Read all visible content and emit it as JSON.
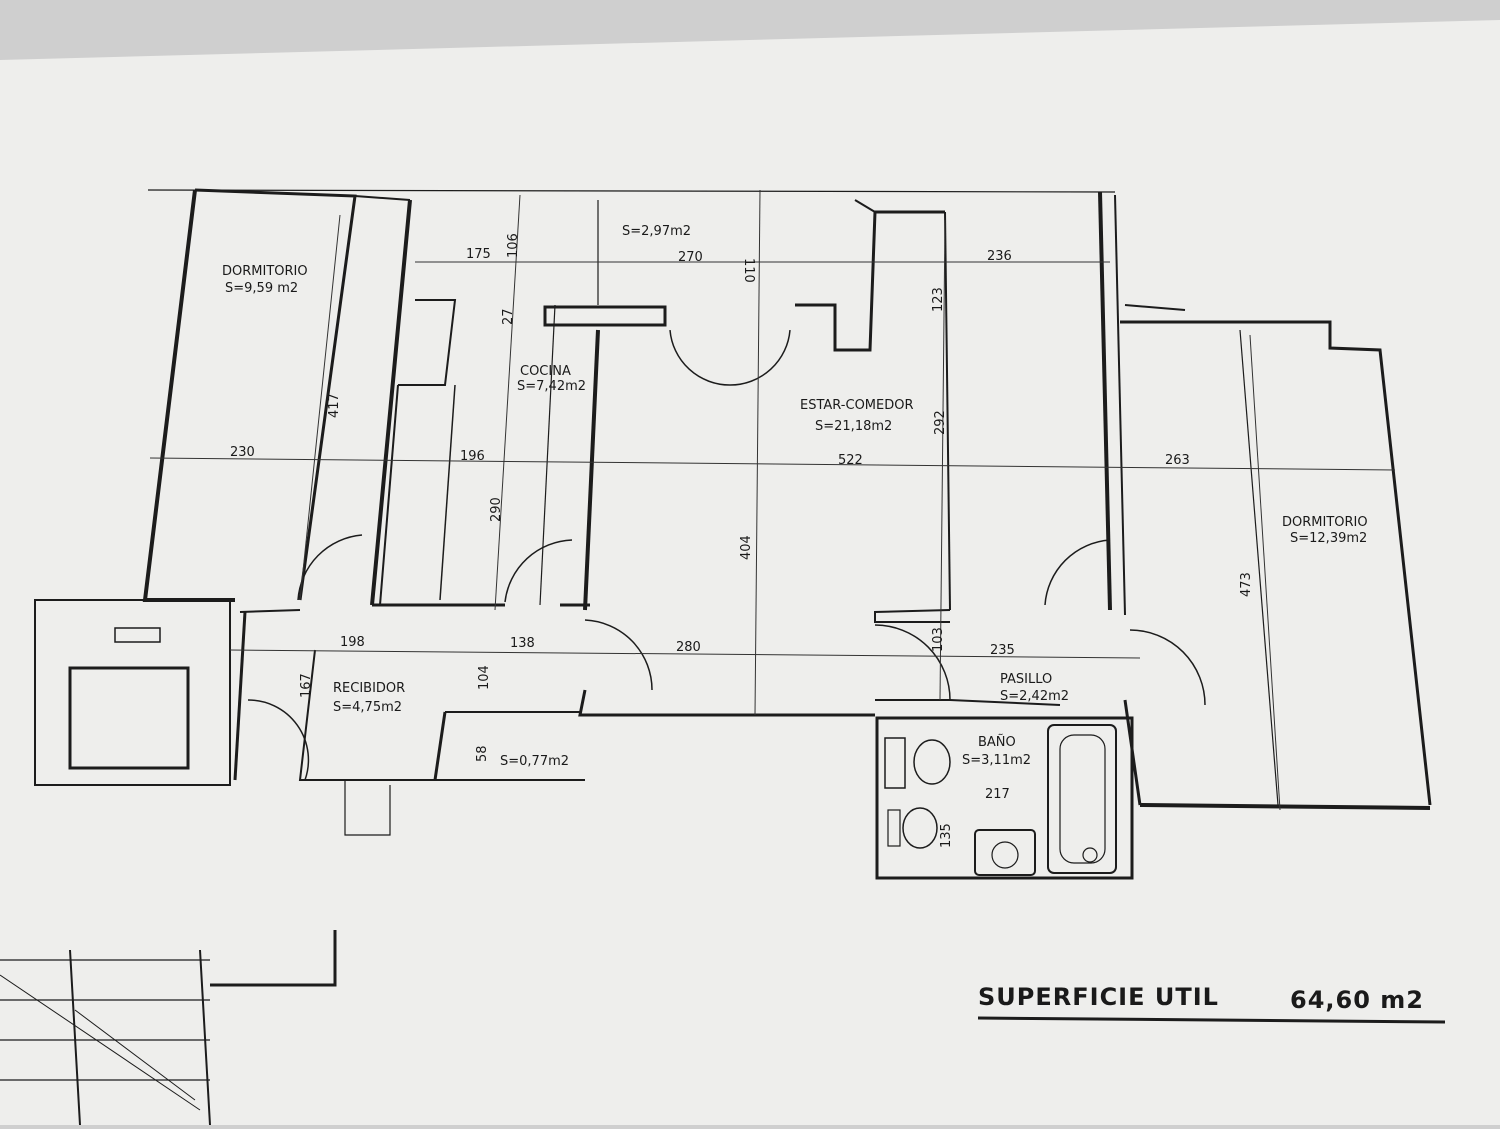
{
  "rooms": {
    "dormitorio_1": {
      "name": "DORMITORIO",
      "area": "S=9,59 m2"
    },
    "cocina": {
      "name": "COCINA",
      "area": "S=7,42m2"
    },
    "terraza": {
      "area": "S=2,97m2"
    },
    "estar": {
      "name": "ESTAR-COMEDOR",
      "area": "S=21,18m2"
    },
    "dormitorio_2": {
      "name": "DORMITORIO",
      "area": "S=12,39m2"
    },
    "recibidor": {
      "name": "RECIBIDOR",
      "area": "S=4,75m2"
    },
    "despensa": {
      "area": "S=0,77m2"
    },
    "pasillo": {
      "name": "PASILLO",
      "area": "S=2,42m2"
    },
    "bano": {
      "name": "BAÑO",
      "area": "S=3,11m2"
    }
  },
  "dimensions": {
    "d175": "175",
    "d106": "106",
    "d270": "270",
    "d110": "110",
    "d236": "236",
    "d27": "27",
    "d123": "123",
    "d417": "417",
    "d292": "292",
    "d230": "230",
    "d196": "196",
    "d522": "522",
    "d263": "263",
    "d290": "290",
    "d404": "404",
    "d473": "473",
    "d198": "198",
    "d138": "138",
    "d280": "280",
    "d103": "103",
    "d235": "235",
    "d167": "167",
    "d104": "104",
    "d58": "58",
    "d217": "217",
    "d135": "135"
  },
  "summary": {
    "label": "SUPERFICIE UTIL",
    "value": "64,60 m2"
  },
  "colors": {
    "paper": "#eeeeec",
    "ink": "#1c1c1c",
    "background": "#cfcfcf"
  }
}
